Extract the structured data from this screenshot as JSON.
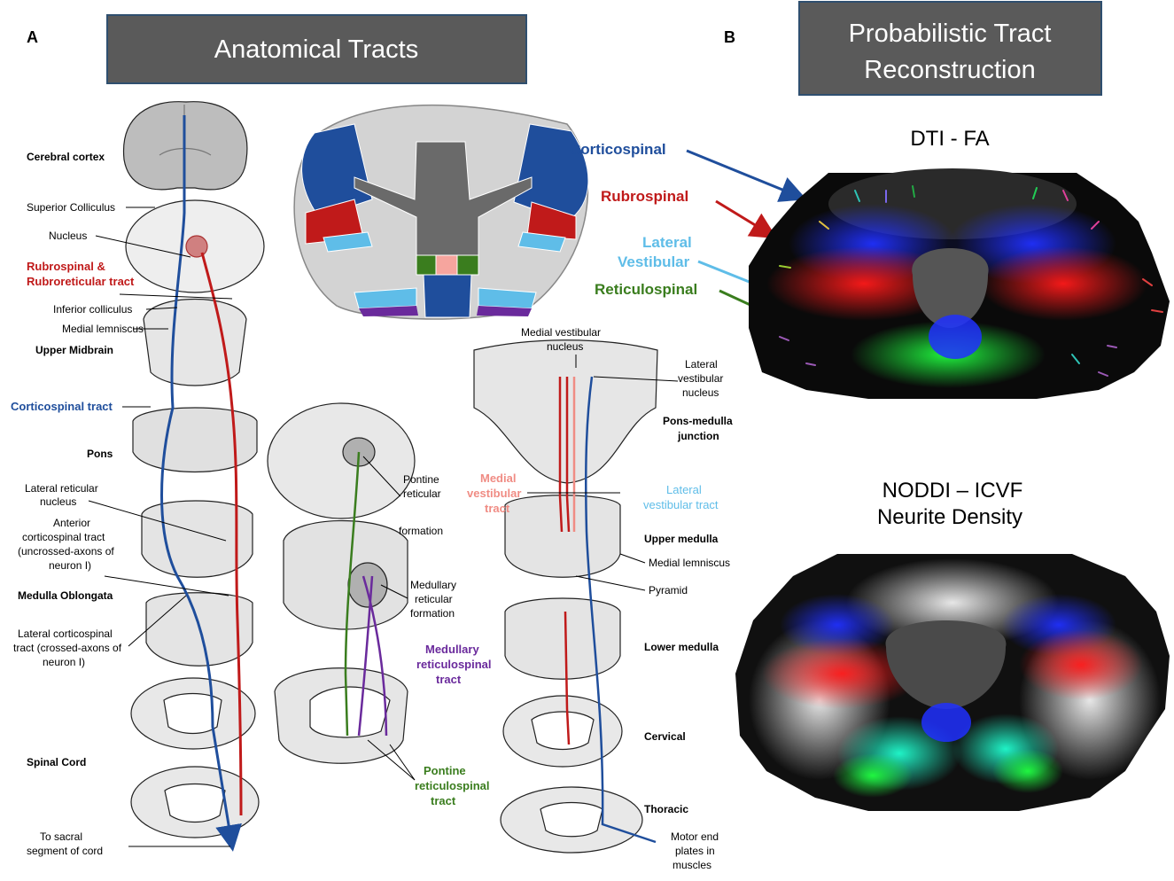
{
  "panels": {
    "a": {
      "letter": "A",
      "title": "Anatomical Tracts"
    },
    "b": {
      "letter": "B",
      "title_line1": "Probabilistic Tract",
      "title_line2": "Reconstruction"
    }
  },
  "left_column_labels": {
    "cerebral_cortex": "Cerebral cortex",
    "superior_colliculus": "Superior Colliculus",
    "nucleus": "Nucleus",
    "rubrospinal_line1": "Rubrospinal &",
    "rubrospinal_line2": "Rubroreticular tract",
    "inferior_colliculus": "Inferior colliculus",
    "medial_lemniscus": "Medial lemniscus",
    "upper_midbrain": "Upper Midbrain",
    "corticospinal_tract": "Corticospinal tract",
    "pons": "Pons",
    "lateral_reticular_line1": "Lateral reticular",
    "lateral_reticular_line2": "nucleus",
    "anterior_cst_line1": "Anterior",
    "anterior_cst_line2": "corticospinal tract",
    "anterior_cst_line3": "(uncrossed-axons of",
    "anterior_cst_line4": "neuron I)",
    "medulla_oblongata": "Medulla Oblongata",
    "lateral_cst_line1": "Lateral corticospinal",
    "lateral_cst_line2": "tract (crossed-axons of",
    "lateral_cst_line3": "neuron I)",
    "spinal_cord": "Spinal Cord",
    "sacral_line1": "To sacral",
    "sacral_line2": "segment of cord"
  },
  "middle_column_labels": {
    "pontine_reticular_line1": "Pontine",
    "pontine_reticular_line2": "reticular",
    "pontine_reticular_line3": "formation",
    "medullary_reticular_line1": "Medullary",
    "medullary_reticular_line2": "reticular",
    "medullary_reticular_line3": "formation",
    "medullary_rst_line1": "Medullary",
    "medullary_rst_line2": "reticulospinal",
    "medullary_rst_line3": "tract",
    "pontine_rst_line1": "Pontine",
    "pontine_rst_line2": "reticulospinal",
    "pontine_rst_line3": "tract"
  },
  "right_column_labels": {
    "medial_vestibular_nucleus_line1": "Medial vestibular",
    "medial_vestibular_nucleus_line2": "nucleus",
    "lateral_vestibular_nucleus_line1": "Lateral",
    "lateral_vestibular_nucleus_line2": "vestibular",
    "lateral_vestibular_nucleus_line3": "nucleus",
    "pons_medulla_line1": "Pons-medulla",
    "pons_medulla_line2": "junction",
    "medial_vest_tract_line1": "Medial",
    "medial_vest_tract_line2": "vestibular",
    "medial_vest_tract_line3": "tract",
    "lateral_vest_tract_line1": "Lateral",
    "lateral_vest_tract_line2": "vestibular tract",
    "upper_medulla": "Upper medulla",
    "medial_lemniscus": "Medial lemniscus",
    "pyramid": "Pyramid",
    "lower_medulla": "Lower medulla",
    "cervical": "Cervical",
    "thoracic": "Thoracic",
    "motor_line1": "Motor end",
    "motor_line2": "plates in",
    "motor_line3": "muscles"
  },
  "tract_legend": {
    "corticospinal": "Corticospinal",
    "rubrospinal": "Rubrospinal",
    "lateral_vestibular_line1": "Lateral",
    "lateral_vestibular_line2": "Vestibular",
    "reticulospinal": "Reticulospinal"
  },
  "imaging": {
    "dti_title": "DTI - FA",
    "noddi_title_line1": "NODDI – ICVF",
    "noddi_title_line2": "Neurite Density"
  },
  "colors": {
    "corticospinal": "#1f4e9c",
    "rubrospinal": "#c01a1a",
    "lateral_vestibular": "#5fbde8",
    "reticulospinal": "#3a7d1e",
    "medial_vestibular": "#f08c84",
    "medullary_reticulospinal": "#6a2a9c",
    "banner_fill": "#5a5a5a",
    "banner_border": "#2f4f6f"
  }
}
